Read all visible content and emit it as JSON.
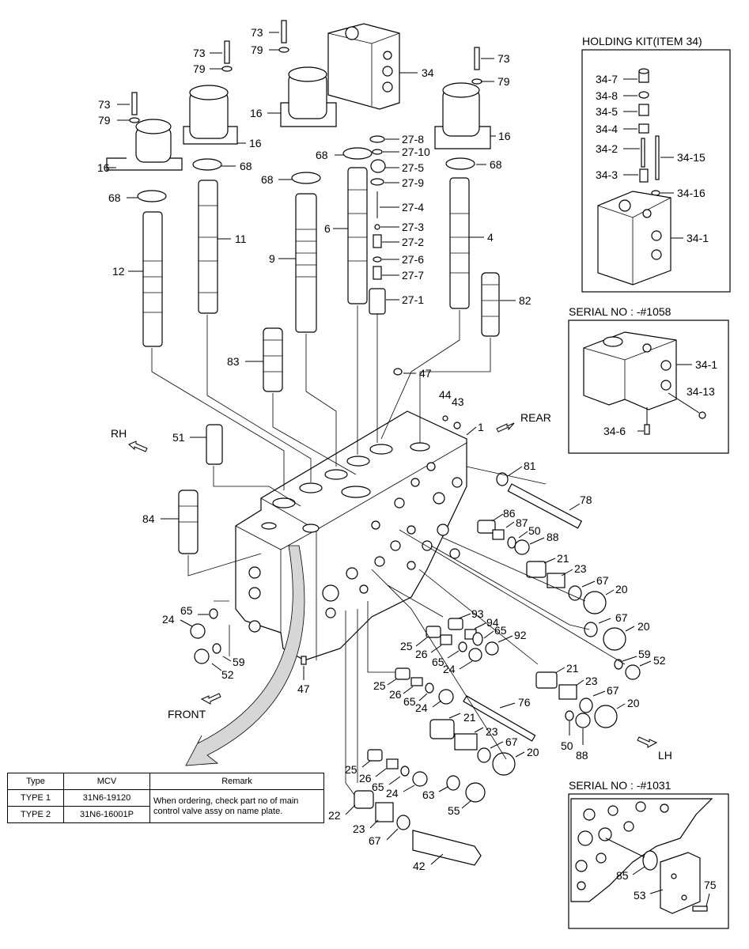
{
  "boxes": {
    "holding_kit_title": "HOLDING KIT(ITEM 34)",
    "serial_1058_title": "SERIAL NO : -#1058",
    "serial_1031_title": "SERIAL NO : -#1031"
  },
  "directions": {
    "rh": "RH",
    "rear": "REAR",
    "front": "FRONT",
    "lh": "LH"
  },
  "table": {
    "headers": [
      "Type",
      "MCV",
      "Remark"
    ],
    "rows": [
      {
        "type": "TYPE 1",
        "mcv": "31N6-19120"
      },
      {
        "type": "TYPE 2",
        "mcv": "31N6-16001P"
      }
    ],
    "remark": "When ordering, check part no of main control valve assy on name plate."
  },
  "labels": {
    "p73a": "73",
    "p79a": "79",
    "p16a": "16",
    "p68a": "68",
    "p12": "12",
    "p73b": "73",
    "p79b": "79",
    "p16b": "16",
    "p68b": "68",
    "p11": "11",
    "p73c": "73",
    "p79c": "79",
    "p16c": "16",
    "p68c": "68",
    "p9": "9",
    "p34": "34",
    "p27_8": "27-8",
    "p68d": "68",
    "p27_10": "27-10",
    "p27_5": "27-5",
    "p27_9": "27-9",
    "p27_4": "27-4",
    "p6": "6",
    "p27_3": "27-3",
    "p27_2": "27-2",
    "p27_6": "27-6",
    "p27_7": "27-7",
    "p27_1": "27-1",
    "p73d": "73",
    "p79d": "79",
    "p16d": "16",
    "p68e": "68",
    "p4": "4",
    "p82": "82",
    "p83": "83",
    "p47a": "47",
    "p44": "44",
    "p43": "43",
    "p1": "1",
    "p51": "51",
    "p81": "81",
    "p78": "78",
    "p84": "84",
    "p86": "86",
    "p87": "87",
    "p50a": "50",
    "p88a": "88",
    "p21a": "21",
    "p23a": "23",
    "p67a": "67",
    "p20a": "20",
    "p24a": "24",
    "p65a": "65",
    "p52a": "52",
    "p59a": "59",
    "p47b": "47",
    "p93": "93",
    "p94": "94",
    "p65b": "65",
    "p92": "92",
    "p25a": "25",
    "p26a": "26",
    "p24b": "24",
    "p67b": "67",
    "p20b": "20",
    "p59b": "59",
    "p52b": "52",
    "p25b": "25",
    "p26b": "26",
    "p65c": "65",
    "p24c": "24",
    "p21b": "21",
    "p23b": "23",
    "p67c": "67",
    "p20c": "20",
    "p76": "76",
    "p50b": "50",
    "p88b": "88",
    "p21c": "21",
    "p23c": "23",
    "p67d": "67",
    "p20d": "20",
    "p25c": "25",
    "p26c": "26",
    "p65d": "65",
    "p24d": "24",
    "p63": "63",
    "p55": "55",
    "p22": "22",
    "p23d": "23",
    "p67e": "67",
    "p42": "42",
    "k34_7": "34-7",
    "k34_8": "34-8",
    "k34_5": "34-5",
    "k34_4": "34-4",
    "k34_2": "34-2",
    "k34_15": "34-15",
    "k34_3": "34-3",
    "k34_16": "34-16",
    "k34_1": "34-1",
    "s34_1": "34-1",
    "s34_13": "34-13",
    "s34_6": "34-6",
    "s85": "85",
    "s53": "53",
    "s75": "75"
  }
}
